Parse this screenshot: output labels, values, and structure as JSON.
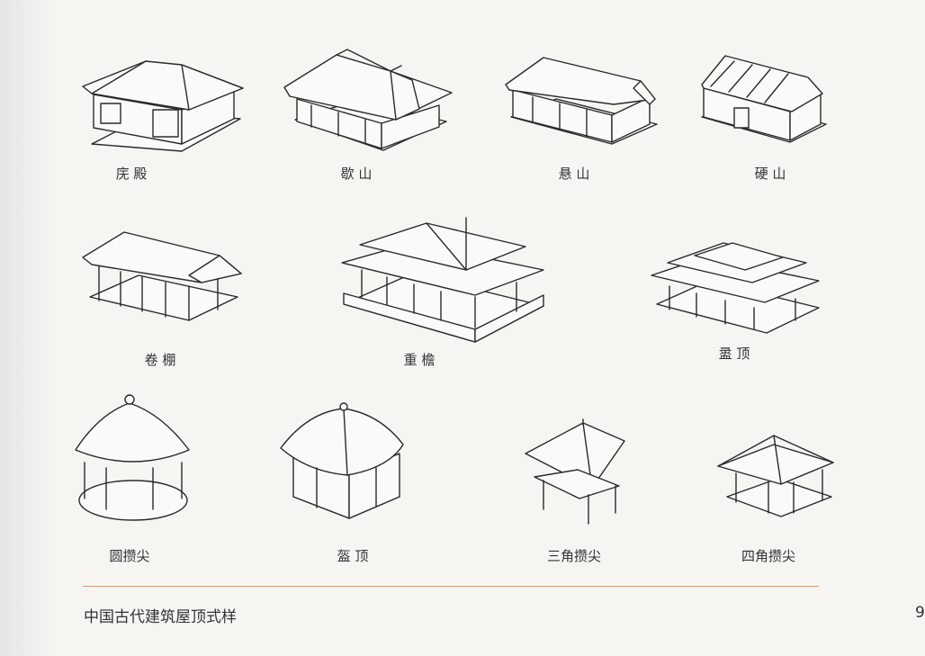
{
  "roof_styles": [
    {
      "label": "庑 殿"
    },
    {
      "label": "歇 山"
    },
    {
      "label": "悬 山"
    },
    {
      "label": "硬 山"
    },
    {
      "label": "卷 棚"
    },
    {
      "label": "重 檐"
    },
    {
      "label": "盝 顶"
    },
    {
      "label": "圆攒尖"
    },
    {
      "label": "盔 顶"
    },
    {
      "label": "三角攒尖"
    },
    {
      "label": "四角攒尖"
    }
  ],
  "caption": "中国古代建筑屋顶式样",
  "page_number": "9"
}
